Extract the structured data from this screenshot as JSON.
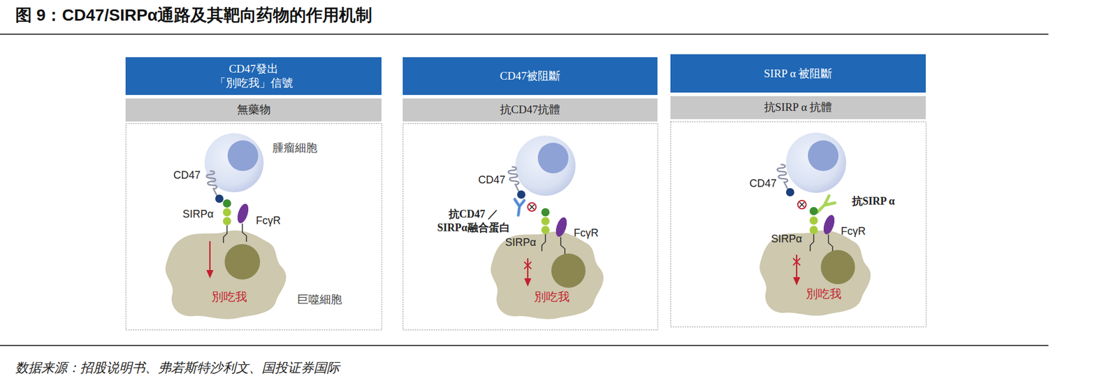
{
  "diagram": {
    "title": "图 9：CD47/SIRPα通路及其靶向药物的作用机制",
    "caption": "数据来源：招股说明书、弗若斯特沙利文、国投证券国际",
    "nodes": [
      {
        "text": [
          "CD47發出 「別吃我」信號"
        ]
      },
      {
        "text": [
          "無藥物"
        ]
      },
      {
        "text": [
          "腫瘤細胞"
        ]
      },
      {
        "text": [
          "別吃我",
          "巨噬細胞"
        ]
      },
      {
        "text": [
          "CD47被阻斷"
        ]
      },
      {
        "text": [
          "抗CD47抗體"
        ]
      },
      {
        "text": [
          "別吃我"
        ]
      },
      {
        "text": [
          "SIRP α 被阻斷"
        ]
      },
      {
        "text": [
          "抗SIRP α 抗體"
        ]
      },
      {
        "text": [
          "別吃我"
        ]
      }
    ],
    "labels": [
      "CD47",
      "SIRPα",
      "FcγR",
      "CD47",
      "抗CD47 ／SIRPα融合蛋白",
      "SIRPα",
      "FcγR",
      "CD47",
      "抗SIRP α",
      "SIRPα",
      "FcγR"
    ]
  }
}
